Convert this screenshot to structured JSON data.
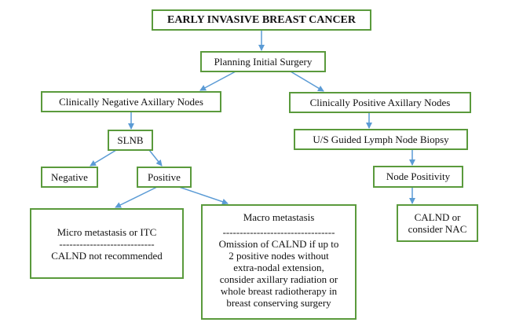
{
  "nodes": {
    "root": "EARLY INVASIVE BREAST CANCER",
    "planning": "Planning Initial Surgery",
    "clin_neg": "Clinically Negative Axillary Nodes",
    "clin_pos": "Clinically Positive Axillary Nodes",
    "slnb": "SLNB",
    "us_biopsy": "U/S Guided Lymph Node Biopsy",
    "negative": "Negative",
    "positive": "Positive",
    "node_positivity": "Node Positivity",
    "micro": {
      "line1": "Micro metastasis or ITC",
      "divider": "----------------------------",
      "line2": "CALND not recommended"
    },
    "macro": {
      "line1": "Macro metastasis",
      "divider": "---------------------------------",
      "lines": [
        "Omission of CALND if up to",
        "2 positive nodes without",
        "extra-nodal extension,",
        "consider axillary radiation or",
        "whole breast radiotherapy in",
        "breast conserving surgery"
      ]
    },
    "calnd": {
      "line1": "CALND or",
      "line2": "consider NAC"
    }
  },
  "colors": {
    "border": "#5a9a3c",
    "arrow": "#5b9bd5"
  }
}
